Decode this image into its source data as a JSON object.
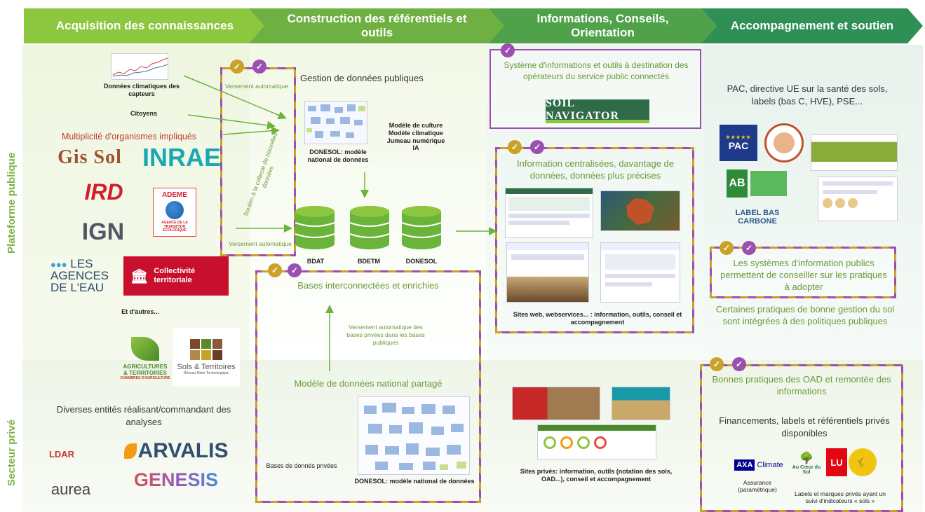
{
  "bands": {
    "b1": "Acquisition des connaissances",
    "b2": "Construction des référentiels et outils",
    "b3": "Informations, Conseils, Orientation",
    "b4": "Accompagnement et soutien"
  },
  "rows": {
    "public": "Plateforme publique",
    "private": "Secteur privé"
  },
  "col1": {
    "capteurs": "Données climatiques des capteurs",
    "citoyens": "Citoyens",
    "multiplicite": "Multiplicité d'organismes impliqués",
    "autres": "Et d'autres...",
    "versement1": "Versement automatique",
    "soutien": "Soutien à la collecte de nouvelles données",
    "versement2": "Versement automatique",
    "private_text": "Diverses entités réalisant/commandant des analyses",
    "logos": {
      "gissol": "Gis Sol",
      "inrae": "INRAE",
      "ird": "IRD",
      "ademe": "ADEME",
      "ademe_sub": "AGENCE DE LA TRANSITION ÉCOLOGIQUE",
      "ign": "IGN",
      "agences1": "LES",
      "agences2": "AGENCES",
      "agences3": "DE L'EAU",
      "collectivite": "Collectivité territoriale",
      "agri1": "AGRICULTURES",
      "agri2": "& TERRITOIRES",
      "agri3": "CHAMBRES D'AGRICULTURE",
      "sols": "Sols & Territoires",
      "sols_sub": "Réseau Mixte Technologique",
      "ldar": "LDAR",
      "arvalis": "ARVALIS",
      "genesis": "GENESIS",
      "aurea": "aurea"
    }
  },
  "col2": {
    "gestion": "Gestion de données publiques",
    "donesol_caption": "DONESOL: modèle national de données",
    "modeles": "Modèle de culture\nModèle climatique\nJumeau numérique\nIA",
    "bdat": "BDAT",
    "bdetm": "BDETM",
    "donesol": "DONESOL",
    "bases_inter": "Bases interconnectées et enrichies",
    "versement_prive": "Versement automatique des bases privées dans les bases publiques",
    "modele_national": "Modèle de données national partagé",
    "bases_privees": "Bases de donnés privées",
    "donesol_caption2": "DONESOL: modèle national de données"
  },
  "col3": {
    "systeme": "Système d'informations et outils à destination des opérateurs du service public connectés",
    "soil_navigator": "SOIL NAVIGATOR",
    "info_centralisees": "Information centralisées, davantage de données, données plus précises",
    "sites_web": "Sites web, webservices... : information, outils, conseil et accompagnement",
    "sites_prives": "Sites privés: information, outils (notation des sols, OAD...), conseil et accompagnement"
  },
  "col4": {
    "pac_text": "PAC, directive UE sur la santé des sols, labels (bas C, HVE), PSE...",
    "pac": "PAC",
    "ab": "AB",
    "label_bas": "LABEL BAS",
    "carbone": "CARBONE",
    "systemes": "Les systèmes d'information publics permettent de conseiller sur les pratiques à adopter",
    "pratiques": "Certaines pratiques de bonne gestion du sol sont intégrées à des politiques publiques",
    "bonnes": "Bonnes pratiques des OAD et remontée des informations",
    "financements": "Financements, labels et référentiels privés disponibles",
    "axa": "AXA",
    "climate": "Climate",
    "assurance": "Assurance (paramétrique)",
    "labels_prives": "Labels et marques privés ayant un suivi d'indicateurs « sols »",
    "aucoeur": "Au Cœur du Sol",
    "lu": "LU"
  },
  "colors": {
    "band_green1": "#8dc63f",
    "band_green2": "#6fb043",
    "band_green3": "#4fa24a",
    "band_green4": "#2f8f55",
    "check_gold": "#c9a227",
    "check_purple": "#9b4fb1"
  }
}
